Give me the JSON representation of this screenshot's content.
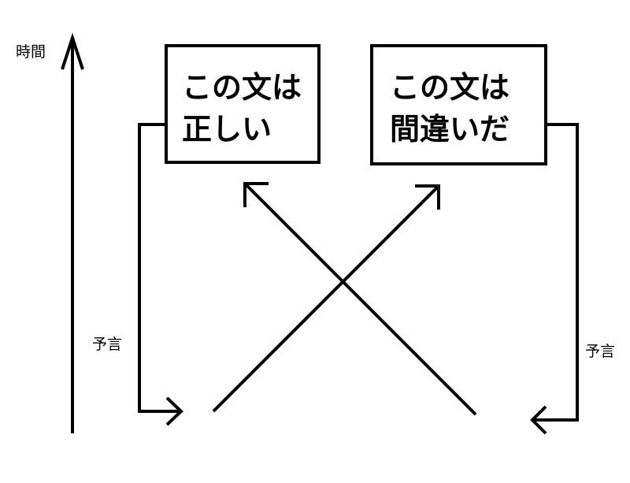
{
  "time_axis": {
    "label": "時間"
  },
  "boxes": {
    "left": {
      "line1": "この文は",
      "line2": "正しい"
    },
    "right": {
      "line1": "この文は",
      "line2": "間違いだ"
    }
  },
  "feedback": {
    "left_label": "予言",
    "right_label": "予言"
  },
  "colors": {
    "ink": "#000000",
    "background": "#ffffff"
  }
}
